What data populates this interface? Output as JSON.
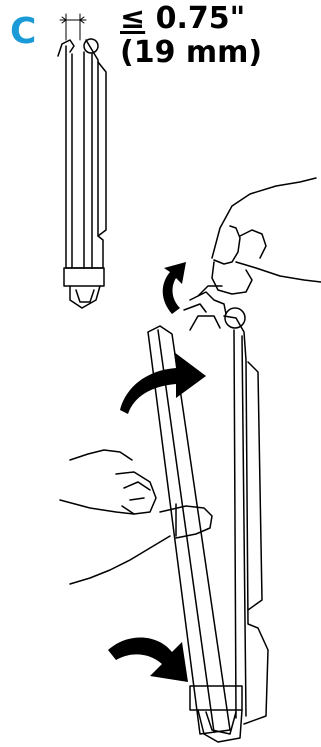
{
  "step": {
    "letter": "C"
  },
  "spec": {
    "comparator": "≤",
    "value": " 0.75\"",
    "metric": "(19 mm)"
  },
  "colors": {
    "step_letter": "#1a9ad6",
    "ink": "#000000",
    "background": "#ffffff"
  },
  "icons": {
    "rotate_arrow": "curved-arrow-icon"
  }
}
